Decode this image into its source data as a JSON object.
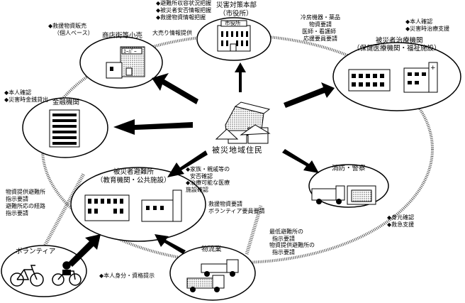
{
  "center": {
    "label": "被災地域住民"
  },
  "nodes": {
    "hq": {
      "title": [
        "災害対策本部",
        "（市役所）"
      ],
      "building_sign": "市役所",
      "notes": [
        "◆避難所収容状況把握",
        "◆被災者安否情報把握",
        "◆救援物資情報把握"
      ]
    },
    "medical": {
      "title": [
        "被災者治療機関",
        "（保健医療機関・福祉施設）"
      ],
      "notes_in": [
        "冷房機器・薬品",
        "物資要請",
        "医師・看護師",
        "応援要員要請"
      ],
      "notes_out": [
        "◆本人確認",
        "◆災害時治療支援"
      ]
    },
    "shops": {
      "title": "商店街等小売",
      "sign": "ｽｰﾊﾟｰ",
      "notes": [
        "◆救援物資販売",
        "（個人ベース）"
      ],
      "flow": "大売り情報提供"
    },
    "bank": {
      "title": "金融機関",
      "notes": [
        "◆本人確認",
        "◆災害時金銭貸出"
      ]
    },
    "shelter": {
      "title": [
        "被災者避難所",
        "（教育機関・公共施設）"
      ],
      "notes": [
        "◆家族・親戚等の",
        "安否確認",
        "◆治療可能な医療",
        "施設確認"
      ],
      "supply": [
        "救援物資要請",
        "ボランティア要員要請"
      ]
    },
    "fire": {
      "title": "消防・警察",
      "notes": [
        "◆身元確認",
        "◆救急支援"
      ]
    },
    "volunteer": {
      "title": "ボランティア",
      "notes": [
        "物資提供避難所",
        "指示要請",
        "避難所応の経路",
        "指示要請"
      ]
    },
    "logistics": {
      "title": "物流業",
      "notes": [
        "最低避難所の",
        "指示要請",
        "物資提供避難所の",
        "指示要請"
      ]
    }
  },
  "id_note": "◆本人身分・資格提示"
}
